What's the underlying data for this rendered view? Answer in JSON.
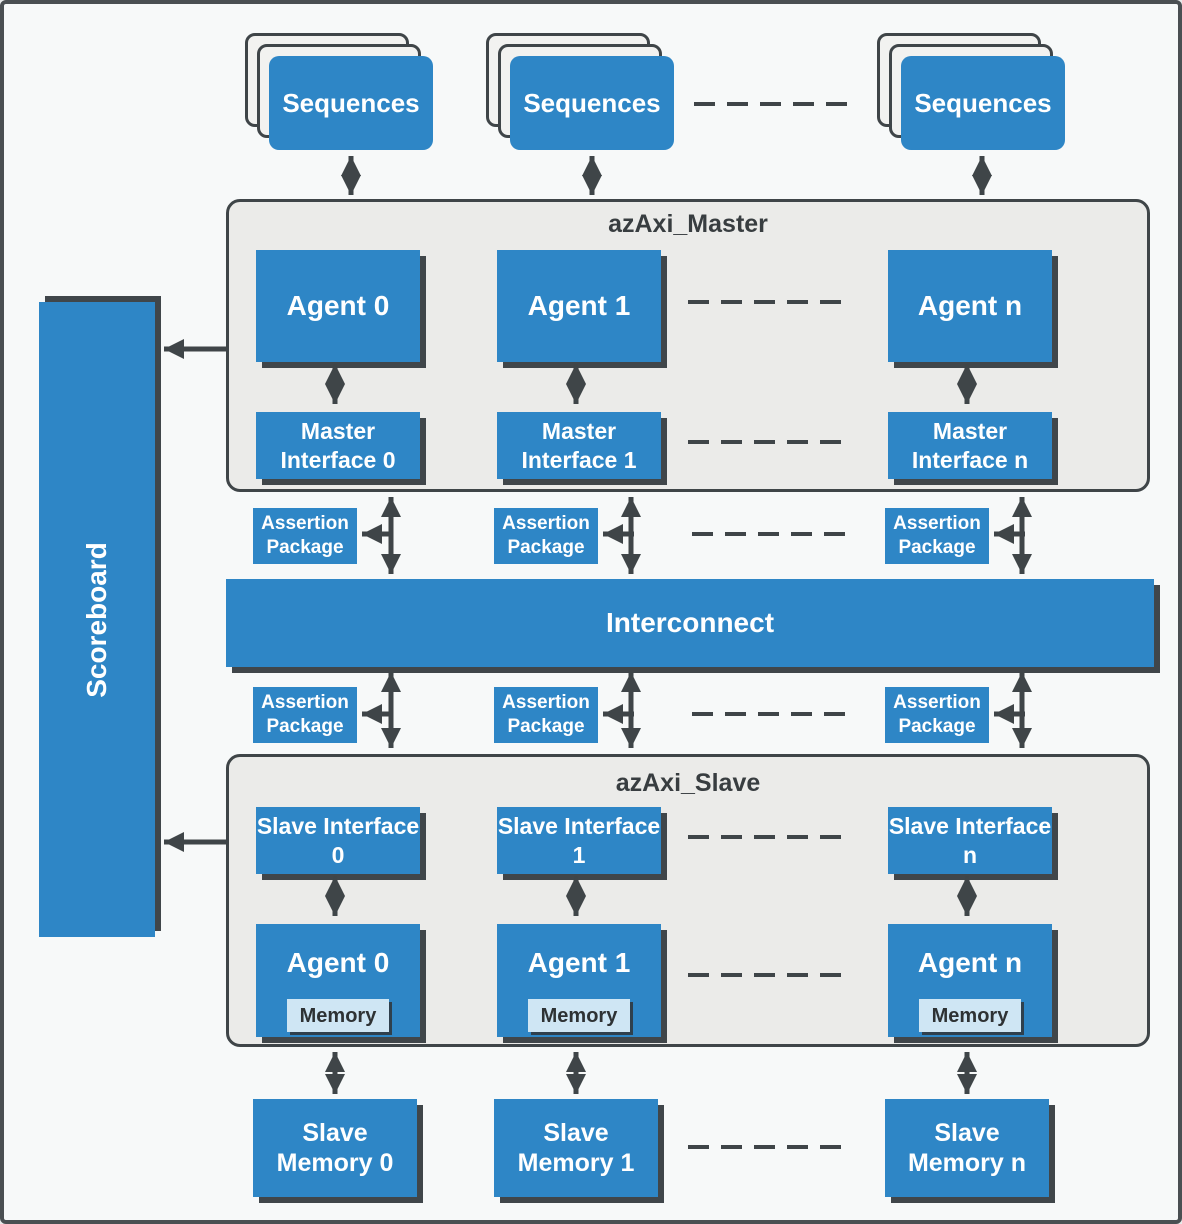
{
  "colors": {
    "accent_blue": "#2E86C6",
    "dark_gray": "#3F4548",
    "container_gray": "#EBEBE9",
    "memory_chip_blue": "#CFE6F4",
    "background": "#F7F9F9"
  },
  "scoreboard": {
    "label": "Scoreboard"
  },
  "sequences": [
    {
      "label": "Sequences"
    },
    {
      "label": "Sequences"
    },
    {
      "label": "Sequences"
    }
  ],
  "master": {
    "title": "azAxi_Master",
    "columns": [
      {
        "agent": "Agent 0",
        "interface": "Master Interface 0"
      },
      {
        "agent": "Agent 1",
        "interface": "Master Interface 1"
      },
      {
        "agent": "Agent n",
        "interface": "Master Interface n"
      }
    ]
  },
  "assertion_top": [
    {
      "label": "Assertion Package"
    },
    {
      "label": "Assertion Package"
    },
    {
      "label": "Assertion Package"
    }
  ],
  "interconnect": {
    "label": "Interconnect"
  },
  "assertion_bottom": [
    {
      "label": "Assertion Package"
    },
    {
      "label": "Assertion Package"
    },
    {
      "label": "Assertion Package"
    }
  ],
  "slave": {
    "title": "azAxi_Slave",
    "columns": [
      {
        "interface": "Slave Interface 0",
        "agent": "Agent 0",
        "memory": "Memory"
      },
      {
        "interface": "Slave Interface 1",
        "agent": "Agent 1",
        "memory": "Memory"
      },
      {
        "interface": "Slave Interface n",
        "agent": "Agent n",
        "memory": "Memory"
      }
    ]
  },
  "slave_memories": [
    {
      "label": "Slave Memory 0"
    },
    {
      "label": "Slave Memory 1"
    },
    {
      "label": "Slave Memory n"
    }
  ]
}
